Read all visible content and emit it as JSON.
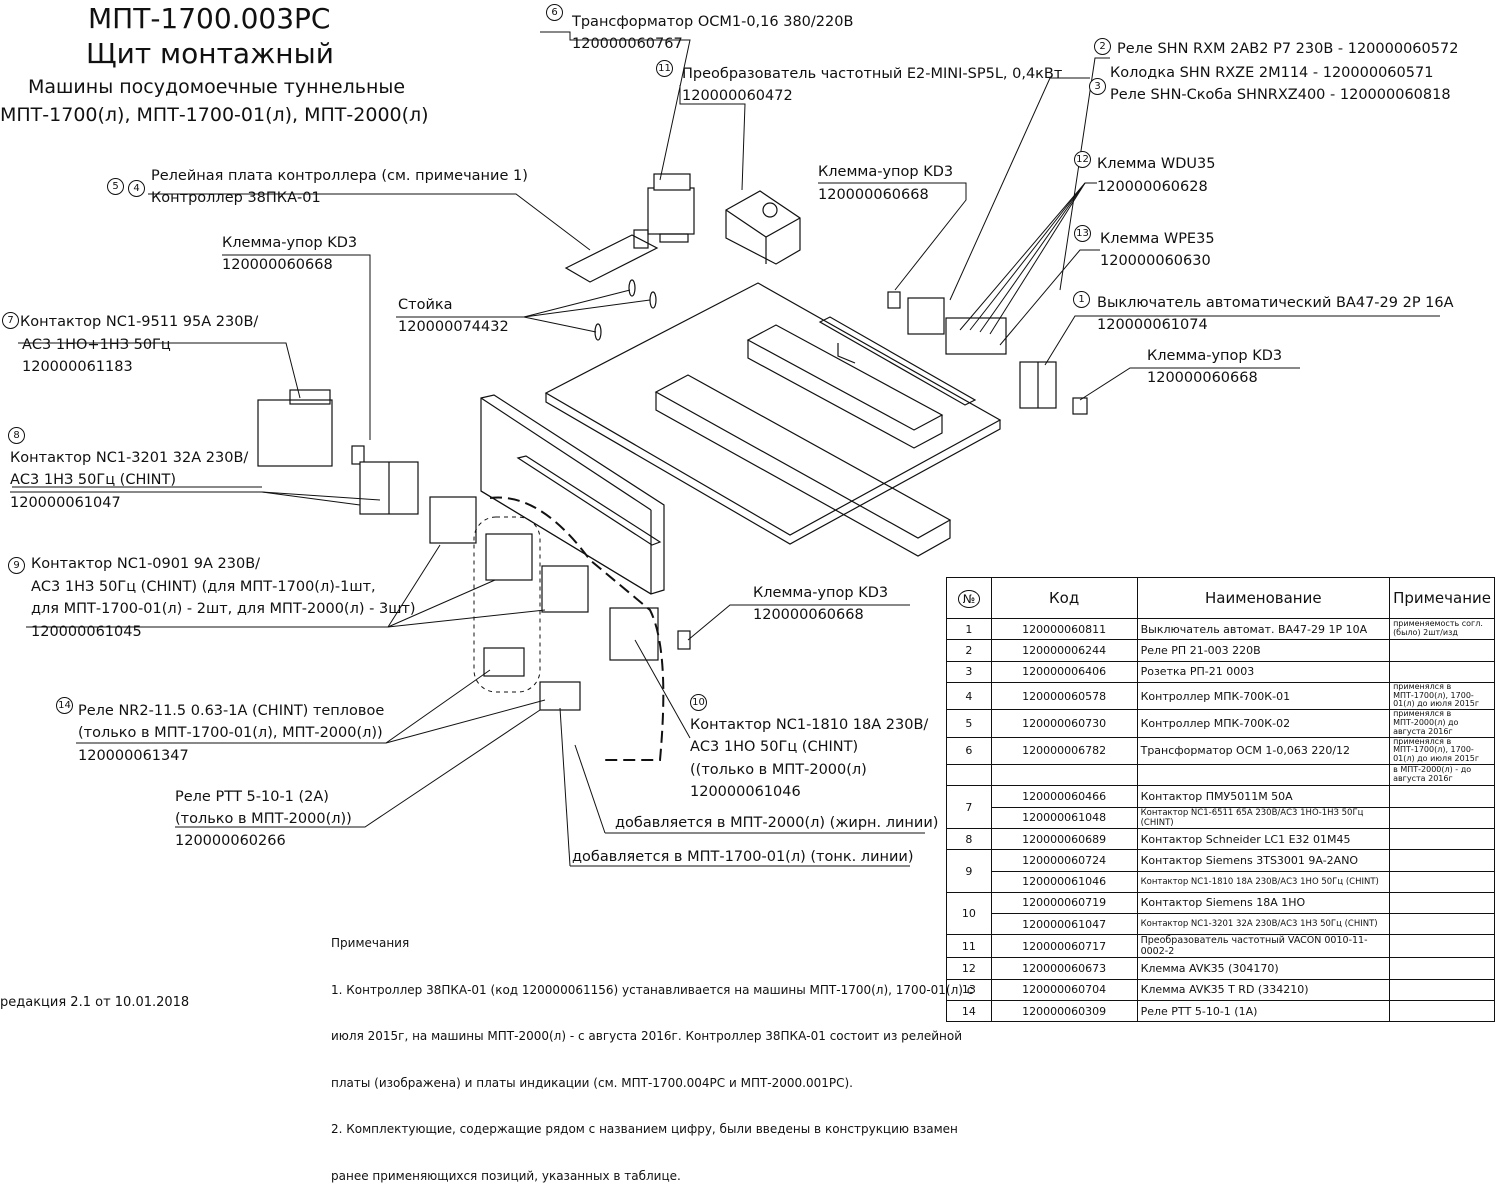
{
  "header": {
    "doc_code": "МПТ-1700.003РС",
    "title": "Щит монтажный",
    "subtitle_1": "Машины посудомоечные туннельные",
    "subtitle_2": "МПТ-1700(л), МПТ-1700-01(л), МПТ-2000(л)"
  },
  "callouts": {
    "c6_num": "6",
    "c6_name": "Трансформатор ОСМ1-0,16  380/220В",
    "c6_code": "120000060767",
    "c11_num": "11",
    "c11_name": "Преобразователь частотный E2-MINI-SP5L, 0,4кВт",
    "c11_code": "120000060472",
    "c2_num": "2",
    "c2_name": "Реле SHN RXM 2AB2 P7 230В - 120000060572",
    "c3_num": "3",
    "c3_line1": "Колодка SHN RXZE 2M114 - 120000060571",
    "c3_line2": "Реле SHN-Скоба SHNRXZ400 - 120000060818",
    "c5_num": "5",
    "c4_num": "4",
    "c4_line1": "Релейная плата контроллера (см. примечание 1)",
    "c4_line2": "Контроллер 38ПКА-01",
    "kd3_top_name": "Клемма-упор KD3",
    "kd3_top_code": "120000060668",
    "c12_num": "12",
    "c12_name": "Клемма WDU35",
    "c12_code": "120000060628",
    "kd3_left_name": "Клемма-упор KD3",
    "kd3_left_code": "120000060668",
    "c13_num": "13",
    "c13_name": "Клемма WPE35",
    "c13_code": "120000060630",
    "stoika_name": "Стойка",
    "stoika_code": "120000074432",
    "c7_num": "7",
    "c7_line1": "Контактор NC1-9511 95А 230В/",
    "c7_line2": "АС3 1НО+1НЗ 50Гц",
    "c7_code": "120000061183",
    "c1_num": "1",
    "c1_name": "Выключатель автоматический ВА47-29 2Р 16А",
    "c1_code": "120000061074",
    "kd3_right_name": "Клемма-упор KD3",
    "kd3_right_code": "120000060668",
    "c8_num": "8",
    "c8_line1": "Контактор NC1-3201 32А 230В/",
    "c8_line2": "АС3 1НЗ 50Гц (CHINT)",
    "c8_code": "120000061047",
    "c9_num": "9",
    "c9_line1": "Контактор NC1-0901 9А 230В/",
    "c9_line2": "АС3 1НЗ 50Гц (CHINT) (для МПТ-1700(л)-1шт,",
    "c9_line3": "для МПТ-1700-01(л) - 2шт, для МПТ-2000(л) - 3шт)",
    "c9_code": "120000061045",
    "kd3_mid_name": "Клемма-упор KD3",
    "kd3_mid_code": "120000060668",
    "c14_num": "14",
    "c14_line1": "Реле NR2-11.5 0.63-1А (CHINT) тепловое",
    "c14_line2": "(только в МПТ-1700-01(л), МПТ-2000(л))",
    "c14_code": "120000061347",
    "c10_num": "10",
    "c10_line1": "Контактор NC1-1810 18А 230В/",
    "c10_line2": "АС3 1НО 50Гц (CHINT)",
    "c10_line3": "((только в МПТ-2000(л)",
    "c10_code": "120000061046",
    "rtt_line1": "Реле РТТ 5-10-1 (2А)",
    "rtt_line2": "(только в МПТ-2000(л))",
    "rtt_code": "120000060266",
    "added_2000": "добавляется в МПТ-2000(л) (жирн. линии)",
    "added_1700": "добавляется в МПТ-1700-01(л) (тонк. линии)"
  },
  "notes": {
    "heading": "Примечания",
    "n1_l1": "1. Контроллер 38ПКА-01 (код 120000061156) устанавливается на машины МПТ-1700(л), 1700-01(л) с",
    "n1_l2": "июля 2015г, на машины МПТ-2000(л) - с августа 2016г. Контроллер 38ПКА-01 состоит из релейной",
    "n1_l3": "платы (изображена) и платы индикации (см. МПТ-1700.004РС и МПТ-2000.001РС).",
    "n2_l1": "2. Комплектующие, содержащие рядом с названием цифру, были введены в конструкцию взамен",
    "n2_l2": "ранее применяющихся позиций, указанных в таблице."
  },
  "revision": "редакция 2.1 от 10.01.2018",
  "table": {
    "headers": {
      "num": "№",
      "code": "Код",
      "name": "Наименование",
      "note": "Примечание"
    },
    "rows": {
      "r1": {
        "n": "1",
        "code": "120000060811",
        "name": "Выключатель автомат. ВА47-29 1Р 10А",
        "note": "применяемость согл.(было) 2шт/изд"
      },
      "r2": {
        "n": "2",
        "code": "120000006244",
        "name": "Реле РП 21-003 220В",
        "note": ""
      },
      "r3": {
        "n": "3",
        "code": "120000006406",
        "name": "Розетка РП-21 0003",
        "note": ""
      },
      "r4": {
        "n": "4",
        "code": "120000060578",
        "name": "Контроллер МПК-700К-01",
        "note": "применялся в МПТ-1700(л), 1700-01(л) до июля 2015г"
      },
      "r5": {
        "n": "5",
        "code": "120000060730",
        "name": "Контроллер МПК-700К-02",
        "note": "применялся в МПТ-2000(л) до августа 2016г"
      },
      "r6": {
        "n": "6",
        "code": "120000006782",
        "name": "Трансформатор ОСМ 1-0,063  220/12",
        "note": "применялся в МПТ-1700(л), 1700-01(л) до июля 2015г"
      },
      "r6b": {
        "note": "в МПТ-2000(л) - до августа 2016г"
      },
      "r7a": {
        "n": "7",
        "code": "120000060466",
        "name": "Контактор ПМУ5011М 50А"
      },
      "r7b": {
        "code": "120000061048",
        "name": "Контактор NC1-6511 65А 230В/АС3 1НО-1НЗ 50Гц (CHINT)"
      },
      "r8": {
        "n": "8",
        "code": "120000060689",
        "name": "Контактор Schneider LC1 E32 01M45"
      },
      "r9a": {
        "n": "9",
        "code": "120000060724",
        "name": "Контактор Siemens 3TS3001 9A-2ANO"
      },
      "r9b": {
        "code": "120000061046",
        "name": "Контактор NC1-1810 18А 230В/АС3 1НО 50Гц (CHINT)"
      },
      "r10a": {
        "n": "10",
        "code": "120000060719",
        "name": "Контактор Siemens 18A 1НО"
      },
      "r10b": {
        "code": "120000061047",
        "name": "Контактор NC1-3201 32А 230В/АС3 1НЗ 50Гц (CHINT)"
      },
      "r11": {
        "n": "11",
        "code": "120000060717",
        "name": "Преобразователь частотный VACON 0010-11-0002-2"
      },
      "r12": {
        "n": "12",
        "code": "120000060673",
        "name": "Клемма AVK35 (304170)"
      },
      "r13": {
        "n": "13",
        "code": "120000060704",
        "name": "Клемма AVK35 T RD (334210)"
      },
      "r14": {
        "n": "14",
        "code": "120000060309",
        "name": "Реле РТТ 5-10-1 (1А)"
      }
    }
  }
}
